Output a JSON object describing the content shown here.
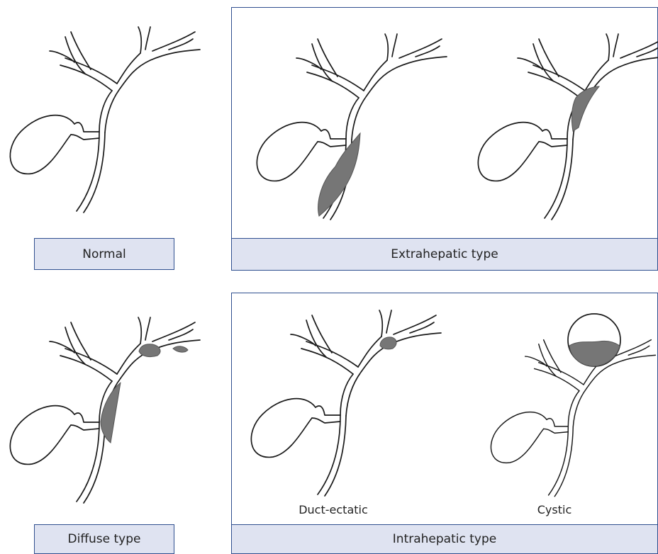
{
  "labels": {
    "normal": "Normal",
    "extrahepatic": "Extrahepatic type",
    "diffuse": "Diffuse type",
    "intrahepatic": "Intrahepatic type",
    "duct_ectatic": "Duct-ectatic",
    "cystic": "Cystic"
  },
  "colors": {
    "border": "#2f4f8f",
    "caption_fill": "#dfe3f1",
    "duct_stroke": "#1a1a1a",
    "tumor_fill": "#767676"
  }
}
